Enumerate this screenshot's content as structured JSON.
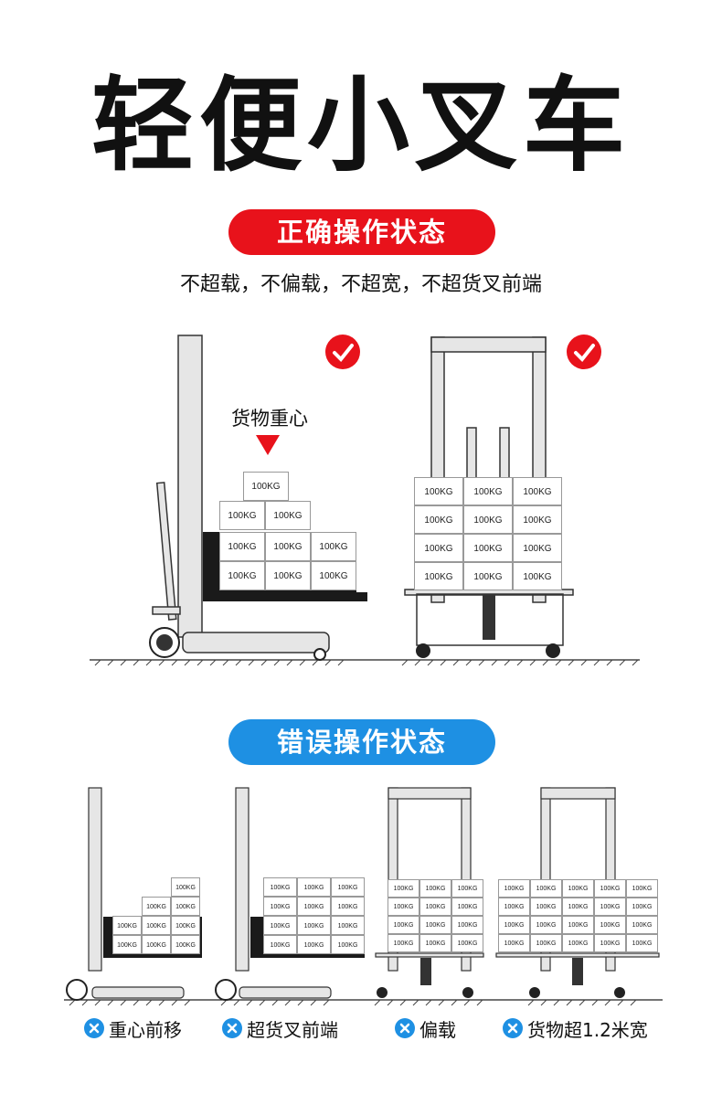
{
  "title": "轻便小叉车",
  "correct": {
    "label": "正确操作状态",
    "subtitle": "不超载，不偏载，不超宽，不超货叉前端",
    "center_of_gravity": "货物重心"
  },
  "wrong": {
    "label": "错误操作状态",
    "captions": [
      "重心前移",
      "超货叉前端",
      "偏载",
      "货物超1.2米宽"
    ]
  },
  "box_label": "100KG",
  "colors": {
    "red": "#e8121b",
    "blue": "#1e90e3",
    "steel": "#d9d9d9",
    "dark": "#1a1a1a"
  },
  "icons": [
    "check-icon",
    "cross-icon",
    "down-arrow-icon"
  ]
}
